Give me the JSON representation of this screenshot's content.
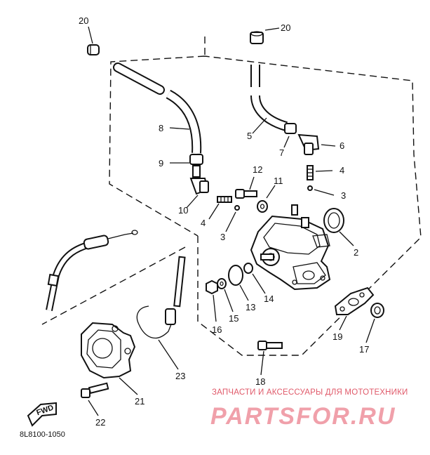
{
  "diagram": {
    "code": "8L8100-1050",
    "arrow_text": "FWD",
    "watermark": {
      "subtitle": "ЗАПЧАСТИ И АКСЕССУАРЫ ДЛЯ МОТОТЕХНИКИ",
      "logo_text": "PARTSFOR.RU"
    },
    "callouts": [
      {
        "id": "c20a",
        "number": "20"
      },
      {
        "id": "c20b",
        "number": "20"
      },
      {
        "id": "c8",
        "number": "8"
      },
      {
        "id": "c9",
        "number": "9"
      },
      {
        "id": "c10",
        "number": "10"
      },
      {
        "id": "c5",
        "number": "5"
      },
      {
        "id": "c7",
        "number": "7"
      },
      {
        "id": "c6",
        "number": "6"
      },
      {
        "id": "c4a",
        "number": "4"
      },
      {
        "id": "c3a",
        "number": "3"
      },
      {
        "id": "c12",
        "number": "12"
      },
      {
        "id": "c11",
        "number": "11"
      },
      {
        "id": "c4b",
        "number": "4"
      },
      {
        "id": "c3b",
        "number": "3"
      },
      {
        "id": "c2",
        "number": "2"
      },
      {
        "id": "c14",
        "number": "14"
      },
      {
        "id": "c13",
        "number": "13"
      },
      {
        "id": "c15",
        "number": "15"
      },
      {
        "id": "c16",
        "number": "16"
      },
      {
        "id": "c19",
        "number": "19"
      },
      {
        "id": "c17",
        "number": "17"
      },
      {
        "id": "c18",
        "number": "18"
      },
      {
        "id": "c23",
        "number": "23"
      },
      {
        "id": "c21",
        "number": "21"
      },
      {
        "id": "c22",
        "number": "22"
      }
    ]
  }
}
